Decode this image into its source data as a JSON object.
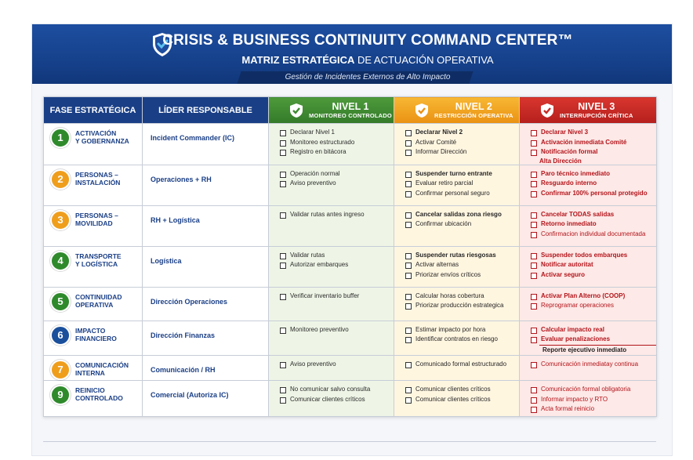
{
  "header": {
    "title": "CRISIS & BUSINESS CONTINUITY COMMAND CENTER™",
    "subtitle_bold": "MATRIZ ESTRATÉGICA",
    "subtitle_rest": " DE ACTUACIÓN OPERATIVA",
    "tagline": "Gestión de Incidentes Externos de Alto Impacto",
    "shield_icon": "shield-icon"
  },
  "columns": {
    "phase": "FASE ESTRATÉGICA",
    "leader": "LÍDER RESPONSABLE",
    "level1": {
      "title": "NIVEL 1",
      "sub": "MONITOREO CONTROLADO",
      "color": "#3d8a30"
    },
    "level2": {
      "title": "NIVEL 2",
      "sub": "RESTRICCIÓN OPERATIVA",
      "color": "#f0a020"
    },
    "level3": {
      "title": "NIVEL 3",
      "sub": "INTERRUPCIÓN CRÍTICA",
      "color": "#c62a25"
    }
  },
  "rows": [
    {
      "num": "1",
      "badge_color": "#2f8a2c",
      "phase": "ACTIVACIÓN\nY GOBERNANZA",
      "leader": "Incident Commander (IC)",
      "l1": [
        "Declarar Nivel 1",
        "Monitoreo estructurado",
        "Registro en bitácora"
      ],
      "l2": [
        "Declarar Nivel 2",
        "Activar Comité",
        "Informar Dirección"
      ],
      "l3": [
        "Declarar Nivel 3",
        "Activación inmediata Comité",
        "Notificación formal"
      ],
      "l3_extra": "Alta Dirección"
    },
    {
      "num": "2",
      "badge_color": "#ef9e1c",
      "phase": "PERSONAS –\nINSTALACIÓN",
      "leader": "Operaciones + RH",
      "l1": [
        "Operación normal",
        "Aviso preventivo"
      ],
      "l2": [
        "Suspender turno entrante",
        "Evaluar retiro parcial",
        "Confirmar personal seguro"
      ],
      "l3": [
        "Paro técnico inmediato",
        "Resguardo interno",
        "Confirmar 100% personal protegido"
      ]
    },
    {
      "num": "3",
      "badge_color": "#ef9e1c",
      "phase": "PERSONAS –\nMOVILIDAD",
      "leader": "RH + Logística",
      "l1": [
        "Validar rutas antes ingreso"
      ],
      "l2": [
        "Cancelar salidas zona riesgo",
        "Confirmar ubicación"
      ],
      "l3": [
        "Cancelar TODAS salidas",
        "Retorno inmediato",
        "Confirmacion individual documentada"
      ]
    },
    {
      "num": "4",
      "badge_color": "#2f8a2c",
      "phase": "TRANSPORTE\nY LOGÍSTICA",
      "leader": "Logística",
      "l1": [
        "Validar rutas",
        "Autorizar embarques"
      ],
      "l2": [
        "Suspender rutas riesgosas",
        "Activar alternas",
        "Priorizar envíos críticos"
      ],
      "l3": [
        "Suspender todos embarques",
        "Notificar autoritat",
        "Activar seguro"
      ]
    },
    {
      "num": "5",
      "badge_color": "#2f8a2c",
      "phase": "CONTINUIDAD\nOPERATIVA",
      "leader": "Dirección Operaciones",
      "l1": [
        "Verificar inventario buffer"
      ],
      "l2": [
        "Calcular horas cobertura",
        "Priorizar producción estrategica"
      ],
      "l3": [
        "Activar Plan Alterno (COOP)",
        "Reprogramar operaciones"
      ]
    },
    {
      "num": "6",
      "badge_color": "#1a4f9c",
      "phase": "IMPACTO\nFINANCIERO",
      "leader": "Dirección Finanzas",
      "l1": [
        "Monitoreo preventivo"
      ],
      "l2": [
        "Estimar impacto por hora",
        "Identificar contratos en riesgo"
      ],
      "l3": [
        "Calcular impacto real",
        "Evaluar penalizaciones"
      ],
      "l3_extra": "Reporte ejecutivo inmediato"
    },
    {
      "num": "7",
      "badge_color": "#ef9e1c",
      "phase": "COMUNICACIÓN\nINTERNA",
      "leader": "Comunicación / RH",
      "l1": [
        "Aviso preventivo"
      ],
      "l2": [
        "Comunicado formal estructurado"
      ],
      "l3": [
        "Comunicación inmediatay continua"
      ]
    },
    {
      "num": "9",
      "badge_color": "#2f8a2c",
      "phase": "REINICIO\nCONTROLADO",
      "leader": "Comercial (Autoriza IC)",
      "l1": [
        "No comunicar salvo consulta",
        "Comunicar clientes críticos"
      ],
      "l2": [
        "Comunicar clientes críticos",
        "Comunicar clientes críticos"
      ],
      "l3": [
        "Comunicación formal obligatoria",
        "Informar impacto y RTO",
        "Acta formal reinicio"
      ]
    }
  ]
}
